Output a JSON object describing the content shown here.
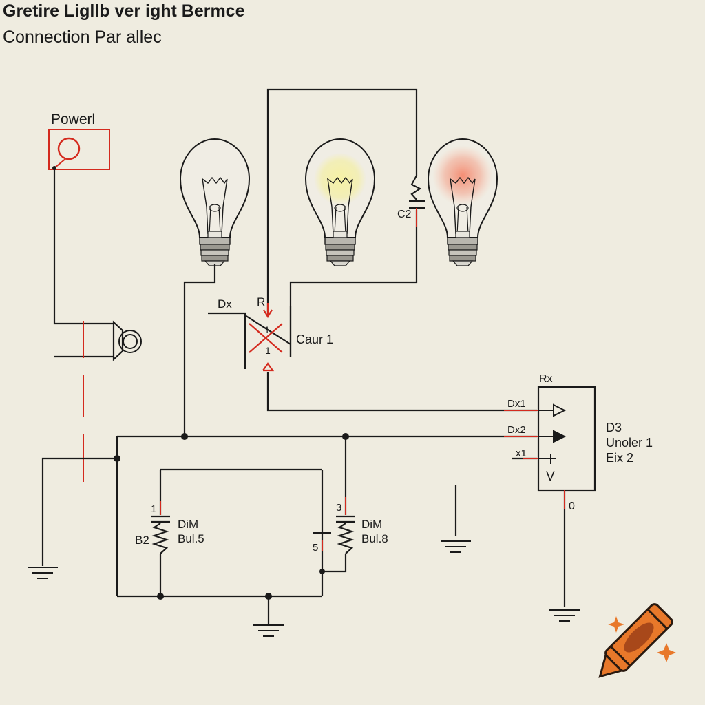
{
  "header": {
    "title": "Gretire Ligllb ver ight Bermce",
    "subtitle": "Connection Par allec"
  },
  "labels": {
    "power": "Powerl",
    "c2": "C2",
    "dx": "Dx",
    "r": "R",
    "caur": "Caur 1",
    "cross_top": "1",
    "cross_bottom": "1",
    "rx": "Rx",
    "dx1": "Dx1",
    "dx2": "Dx2",
    "x1": "x1",
    "v": "V",
    "d3": "D3",
    "unoler": "Unoler 1",
    "eix": "Eix 2",
    "zero": "0",
    "one_left": "1",
    "b2": "B2",
    "dim_left": "DiM",
    "bul_left": "Bul.5",
    "three": "3",
    "five": "5",
    "dim_right": "DiM",
    "bul_right": "Bul.8"
  },
  "colors": {
    "wire": "#1a1a1a",
    "red": "#d42a1e",
    "glow_yellow": "#f4ee70",
    "glow_red": "#f24a2a",
    "crayon": "#e8782a"
  },
  "icons": [
    "bulb-icon",
    "power-source-icon",
    "capacitor-icon",
    "ground-icon",
    "resistor-icon",
    "crayon-icon",
    "sparkle-icon"
  ]
}
